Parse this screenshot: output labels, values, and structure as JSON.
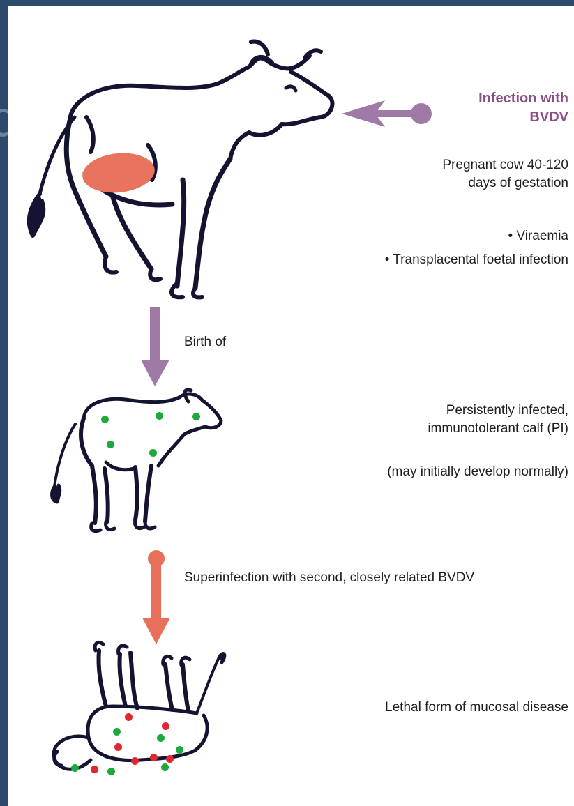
{
  "edge_letter": "d",
  "colors": {
    "background": "#2c4a6b",
    "infection_arrow": "#a07aa6",
    "superinfection_arrow": "#e8705a",
    "uterus_fill": "#e8735e",
    "virus_green": "#1fa83c",
    "virus_red": "#e0262e",
    "cow_outline": "#141432",
    "infection_title": "#8a4f86"
  },
  "infection": {
    "title_line1": "Infection with",
    "title_line2": "BVDV"
  },
  "pregnant_cow": {
    "line1": "Pregnant cow 40-120",
    "line2": "days of gestation"
  },
  "bullets": [
    "• Viraemia",
    "• Transplacental foetal infection"
  ],
  "birth_label": "Birth of",
  "pi_calf": {
    "line1": "Persistently infected,",
    "line2": "immunotolerant calf (PI)",
    "note": "(may initially develop normally)"
  },
  "superinfection_label": "Superinfection with second, closely related BVDV",
  "lethal_label": "Lethal form of mucosal disease",
  "icons": [
    "cow-icon",
    "calf-icon",
    "dead-calf-icon",
    "infection-arrow-icon",
    "birth-arrow-icon",
    "superinfection-arrow-icon"
  ]
}
